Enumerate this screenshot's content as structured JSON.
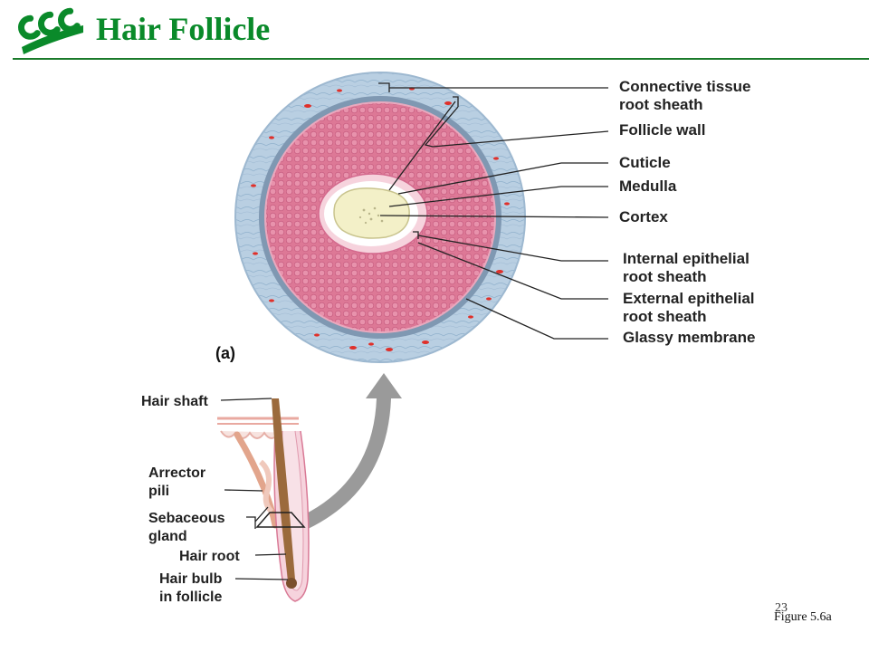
{
  "slide": {
    "title": "Hair Follicle",
    "panel_label": "(a)",
    "page_number": "23",
    "figure_ref": "Figure 5.6a"
  },
  "logo": {
    "icon": "ccc-logo-icon",
    "color": "#0a8a2a"
  },
  "cross_section_labels": {
    "connective_1": "Connective tissue",
    "connective_2": "root sheath",
    "follicle_wall": "Follicle wall",
    "cuticle": "Cuticle",
    "medulla": "Medulla",
    "cortex": "Cortex",
    "internal_1": "Internal epithelial",
    "internal_2": "root sheath",
    "external_1": "External epithelial",
    "external_2": "root sheath",
    "glassy": "Glassy membrane"
  },
  "longitudinal_labels": {
    "hair_shaft": "Hair shaft",
    "arrector_1": "Arrector",
    "arrector_2": "pili",
    "sebaceous_1": "Sebaceous",
    "sebaceous_2": "gland",
    "hair_root": "Hair root",
    "bulb_1": "Hair bulb",
    "bulb_2": "in follicle"
  },
  "colors": {
    "title_green": "#0a8a2a",
    "sheath_blue": "#a9c3da",
    "cell_pink": "#d9708f",
    "hair_cream": "#f3f0c8"
  }
}
